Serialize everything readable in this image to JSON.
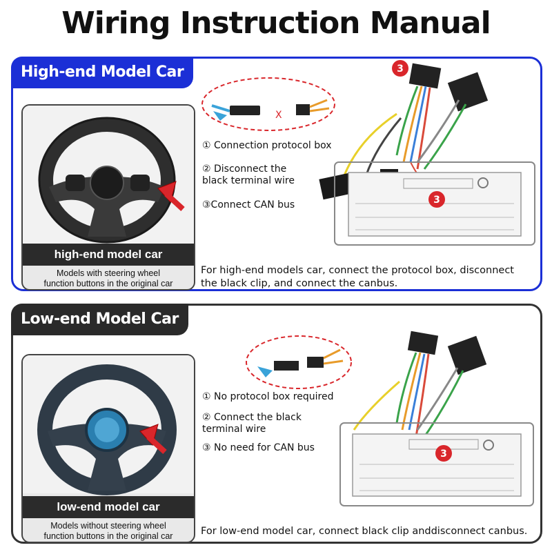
{
  "title": "Wiring Instruction Manual",
  "high": {
    "tab": "High-end Model Car",
    "car_label": "high-end model car",
    "car_desc_1": "Models with steering wheel",
    "car_desc_2": "function buttons in the original car",
    "steps": [
      "① Connection protocol box",
      "② Disconnect the",
      "black terminal wire",
      "③Connect  CAN bus"
    ],
    "note_1": "For high-end models car, connect the protocol box, disconnect",
    "note_2": "the black clip, and connect the canbus.",
    "marker": "3",
    "x_mark": "X"
  },
  "low": {
    "tab": "Low-end Model Car",
    "car_label": "low-end model car",
    "car_desc_1": "Models without steering wheel",
    "car_desc_2": "function buttons in the original car",
    "steps": [
      "① No protocol box required",
      "② Connect the black",
      "terminal wire",
      "③ No need for CAN bus"
    ],
    "note_1": "For low-end model car, connect black clip anddisconnect canbus.",
    "marker": "3"
  },
  "colors": {
    "high_accent": "#1b2fd6",
    "low_accent": "#2a2a2a",
    "marker_red": "#d9262b"
  }
}
